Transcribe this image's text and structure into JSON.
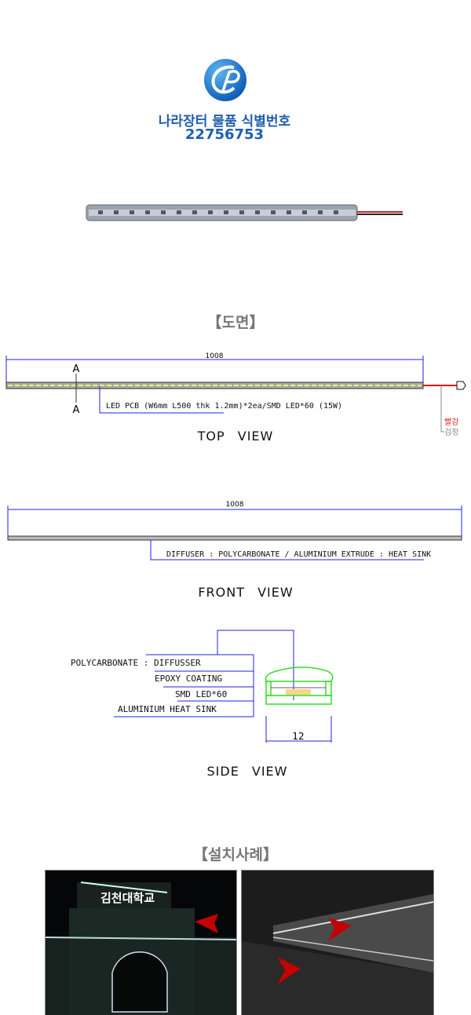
{
  "header": {
    "logo_letter": "P",
    "title": "나라장터 물품 식별번호",
    "id_number": "22756753"
  },
  "sections": {
    "drawing": "【도면】",
    "install": "【설치사례】"
  },
  "top_view": {
    "dimension": "1008",
    "section_mark": "A",
    "pcb_note": "LED PCB (W6mm L500 thk 1.2mm)*2ea/SMD LED*60 (15W)",
    "wire_red": "빨강",
    "wire_black": "검정",
    "label": "TOP VIEW"
  },
  "front_view": {
    "dimension": "1008",
    "note": "DIFFUSER : POLYCARBONATE / ALUMINIUM EXTRUDE : HEAT SINK",
    "label": "FRONT VIEW"
  },
  "side_view": {
    "labels": [
      "POLYCARBONATE : DIFFUSSER",
      "EPOXY COATING",
      "SMD LED*60",
      "ALUMINIUM HEAT SINK"
    ],
    "dimension": "12",
    "label": "SIDE VIEW"
  },
  "photos": {
    "left_sign": "김천대학교"
  },
  "colors": {
    "brand": "#1f5fae",
    "dim_line": "#2020e0",
    "profile": "#33dd22",
    "led": "#f7d58a",
    "arrow": "#c40000"
  }
}
